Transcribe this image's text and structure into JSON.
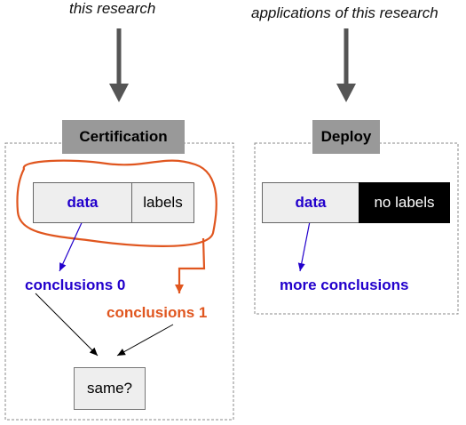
{
  "top_labels": {
    "left": "this research",
    "right": "applications of this research"
  },
  "certification": {
    "title": "Certification",
    "data_cell": "data",
    "labels_cell": "labels",
    "conclusions_0": "conclusions 0",
    "conclusions_1": "conclusions 1",
    "same_box": "same?"
  },
  "deploy": {
    "title": "Deploy",
    "data_cell": "data",
    "no_labels_cell": "no labels",
    "more_conclusions": "more conclusions"
  },
  "colors": {
    "header_bg": "#999999",
    "cell_bg": "#eeeeee",
    "blue": "#2200cc",
    "orange": "#e0561f",
    "arrow_gray": "#555555"
  }
}
